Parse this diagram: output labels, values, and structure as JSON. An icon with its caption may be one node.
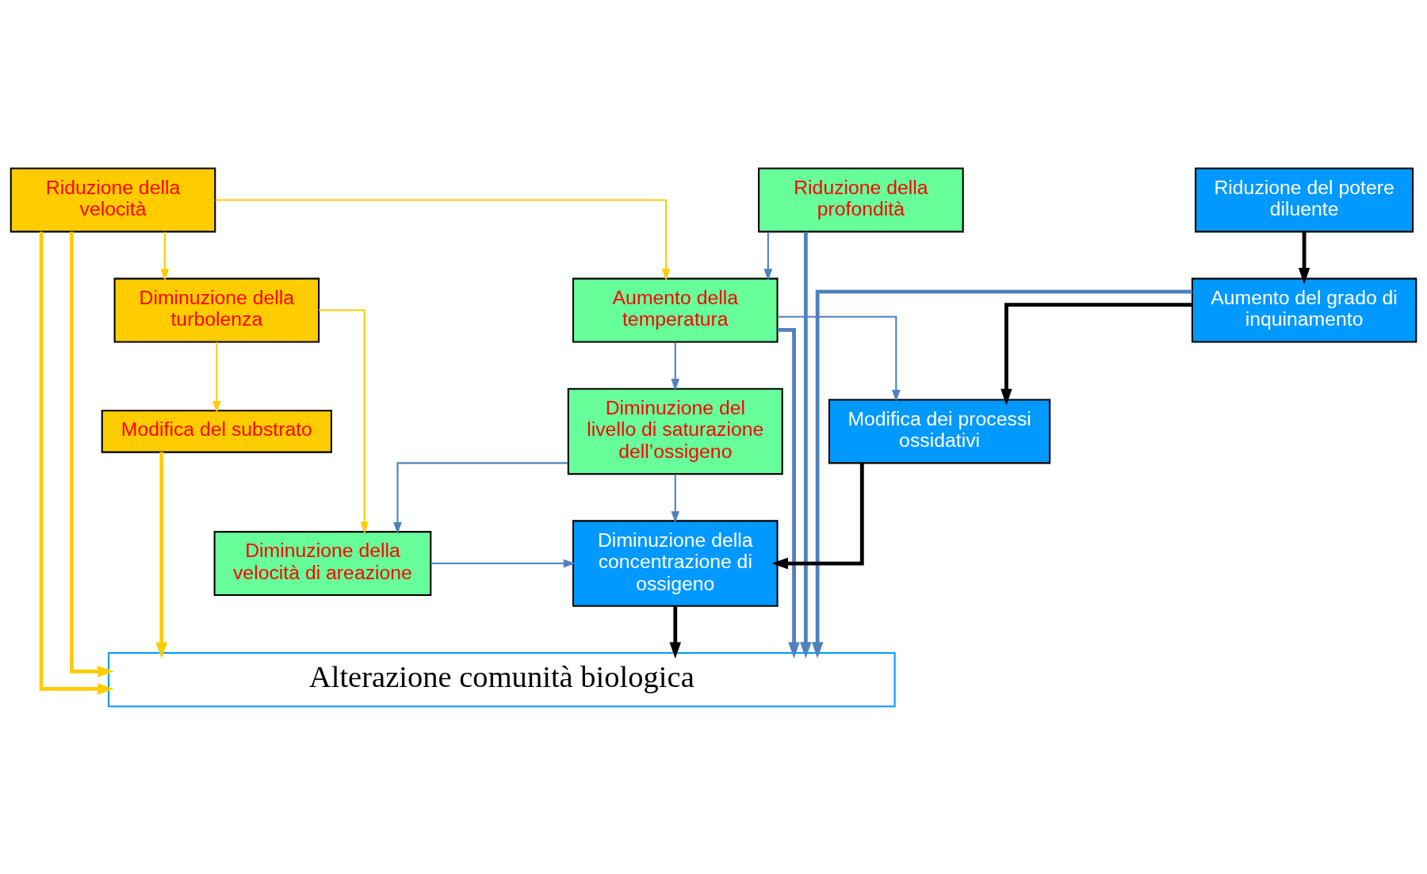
{
  "diagram": {
    "nodes": [
      {
        "text": [
          "Riduzione della velocità"
        ]
      },
      {
        "text": [
          "Riduzione della profondità"
        ]
      },
      {
        "text": [
          "Riduzione del potere diluente"
        ]
      },
      {
        "text": [
          "Diminuzione della turbolenza"
        ]
      },
      {
        "text": [
          "Aumento della temperatura"
        ]
      },
      {
        "text": [
          "Aumento del grado di inquinamento"
        ]
      },
      {
        "text": [
          "Modifica del substrato"
        ]
      },
      {
        "text": [
          "Diminuzione del livello di saturazione dell’ossigeno"
        ]
      },
      {
        "text": [
          "Modifica dei processi ossidativi"
        ]
      },
      {
        "text": [
          "Diminuzione della velocità di areazione"
        ]
      },
      {
        "text": [
          "Diminuzione della concentrazione di ossigeno"
        ]
      },
      {
        "text": [
          "Alterazione comunità biologica"
        ]
      }
    ],
    "edges": [
      {
        "from": 0,
        "to": 3,
        "arrow": "to",
        "color": "#ffcc00"
      },
      {
        "from": 0,
        "to": 4,
        "arrow": "to",
        "color": "#ffcc00"
      },
      {
        "from": 0,
        "to": 11,
        "arrow": "to",
        "color": "#ffcc00",
        "style": "thick"
      },
      {
        "from": 0,
        "to": 11,
        "arrow": "to",
        "color": "#ffcc00",
        "style": "thick"
      },
      {
        "from": 3,
        "to": 6,
        "arrow": "to",
        "color": "#ffcc00"
      },
      {
        "from": 3,
        "to": 9,
        "arrow": "to",
        "color": "#ffcc00"
      },
      {
        "from": 6,
        "to": 11,
        "arrow": "to",
        "color": "#ffcc00",
        "style": "thick"
      },
      {
        "from": 1,
        "to": 4,
        "arrow": "to"
      },
      {
        "from": 1,
        "to": 11,
        "arrow": "to",
        "style": "thick"
      },
      {
        "from": 4,
        "to": 7,
        "arrow": "to"
      },
      {
        "from": 4,
        "to": 8,
        "arrow": "to"
      },
      {
        "from": 4,
        "to": 11,
        "arrow": "to",
        "style": "thick"
      },
      {
        "from": 7,
        "to": 9,
        "arrow": "to"
      },
      {
        "from": 7,
        "to": 10,
        "arrow": "to"
      },
      {
        "from": 9,
        "to": 10,
        "arrow": "to"
      },
      {
        "from": 5,
        "to": 11,
        "arrow": "to",
        "style": "thick"
      },
      {
        "from": 2,
        "to": 5,
        "arrow": "to",
        "color": "#000000",
        "style": "thick"
      },
      {
        "from": 5,
        "to": 8,
        "arrow": "to",
        "color": "#000000",
        "style": "thick"
      },
      {
        "from": 8,
        "to": 10,
        "arrow": "to",
        "color": "#000000",
        "style": "thick"
      },
      {
        "from": 10,
        "to": 11,
        "arrow": "to",
        "color": "#000000",
        "style": "thick"
      }
    ]
  }
}
